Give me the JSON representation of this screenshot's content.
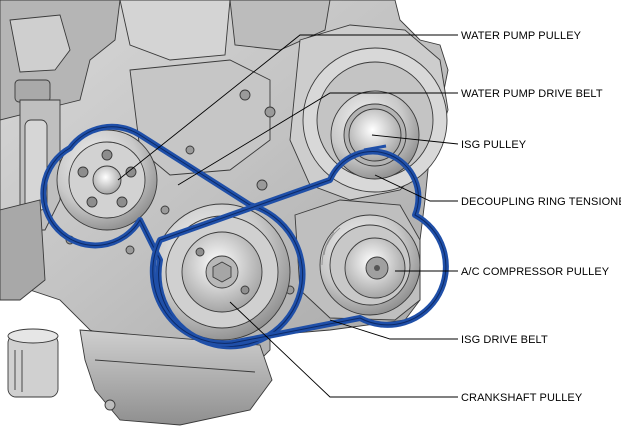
{
  "diagram": {
    "labels": {
      "water_pump_pulley": "WATER PUMP PULLEY",
      "water_pump_drive_belt": "WATER PUMP DRIVE BELT",
      "isg_pulley": "ISG PULLEY",
      "decoupling_ring_tensioner": "DECOUPLING RING TENSIONER",
      "ac_compressor_pulley": "A/C COMPRESSOR PULLEY",
      "isg_drive_belt": "ISG DRIVE BELT",
      "crankshaft_pulley": "CRANKSHAFT PULLEY"
    },
    "colors": {
      "belt": "#1f4fa8",
      "belt_edge": "#0d2a66",
      "metal_light": "#e4e4e4",
      "metal_mid": "#bdbdbd",
      "metal_dark": "#8c8c8c",
      "leader_line": "#000000"
    }
  }
}
